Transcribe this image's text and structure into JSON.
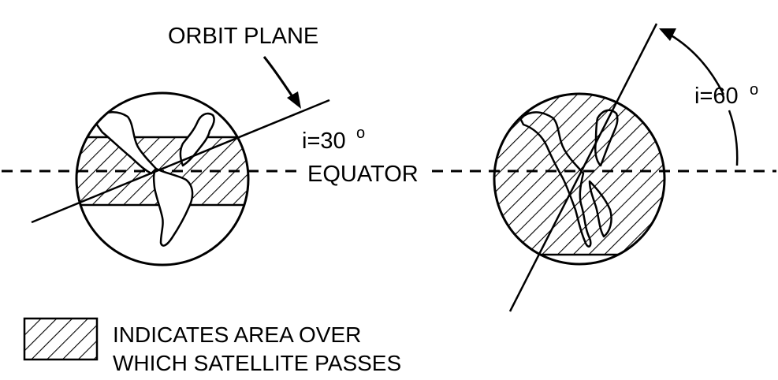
{
  "labels": {
    "orbit_plane": "ORBIT PLANE",
    "equator": "EQUATOR",
    "incl_left": "i=30",
    "incl_right": "i=60",
    "degree_mark": "o"
  },
  "legend": {
    "line1": "INDICATES AREA OVER",
    "line2": "WHICH SATELLITE PASSES"
  },
  "diagram": {
    "left_globe_inclination_deg": 30,
    "right_globe_inclination_deg": 60,
    "line_color": "#000000",
    "background": "#ffffff"
  }
}
